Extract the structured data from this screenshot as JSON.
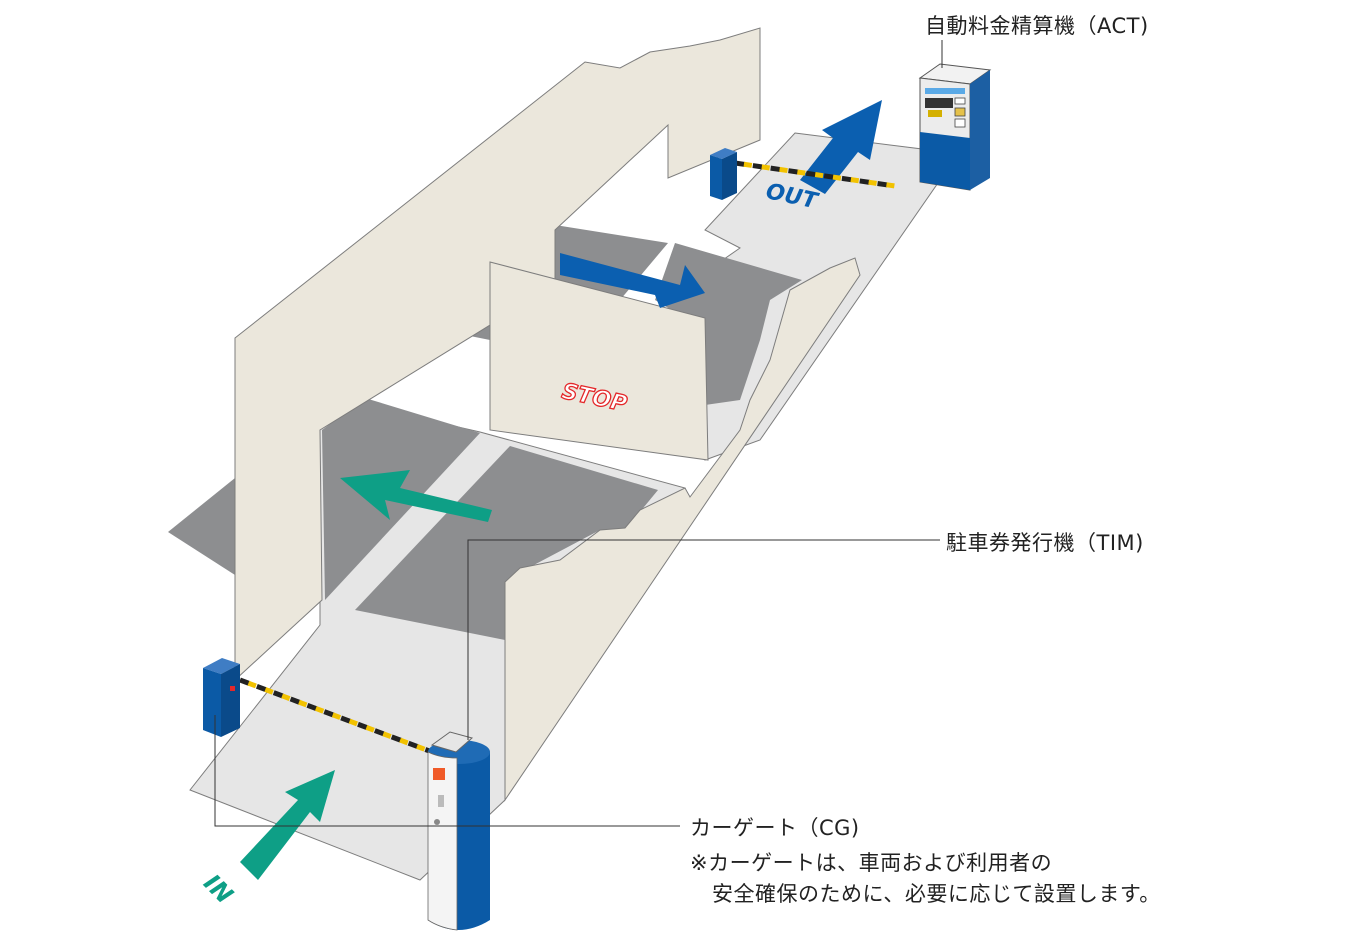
{
  "labels": {
    "act": "自動料金精算機（ACT)",
    "tim": "駐車券発行機（TIM)",
    "cg": "カーゲート（CG)",
    "note_line1": "※カーゲートは、車両および利用者の",
    "note_line2": "安全確保のために、必要に応じて設置します。"
  },
  "floor_marks": {
    "in": "IN",
    "out": "OUT",
    "stop": "STOP"
  },
  "colors": {
    "wall": "#ebe7dc",
    "floor_light": "#e6e6e6",
    "floor_dark": "#8d8e90",
    "arrow_green": "#0e9f86",
    "arrow_blue": "#0b5fb0",
    "machine_blue": "#0b5aa6",
    "stop_red": "#e4282a"
  }
}
